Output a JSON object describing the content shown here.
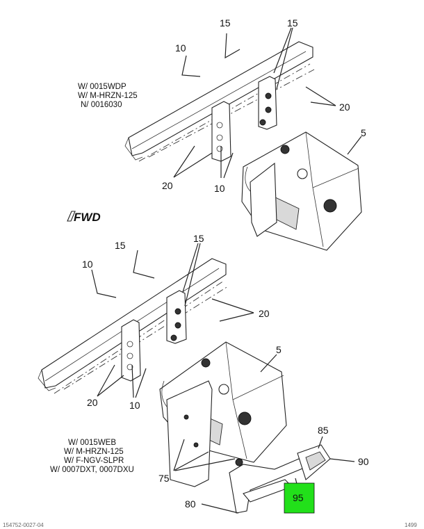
{
  "callouts": {
    "top": {
      "c15_left": "15",
      "c15_right": "15",
      "c10_top": "10",
      "c20_right": "20",
      "c5": "5",
      "c20_left": "20",
      "c10_bottom": "10"
    },
    "bottom": {
      "c15_left": "15",
      "c15_right": "15",
      "c10_top": "10",
      "c20_right": "20",
      "c5": "5",
      "c20_left": "20",
      "c10_bottom": "10",
      "c85": "85",
      "c90": "90",
      "c75": "75",
      "c80": "80",
      "c95": "95"
    }
  },
  "notes": {
    "top": [
      "W/ 0015WDP",
      "W/ M-HRZN-125",
      "N/ 0016030"
    ],
    "bottom": [
      "W/ 0015WEB",
      "W/ M-HRZN-125",
      "W/ F-NGV-SLPR",
      "W/ 0007DXT, 0007DXU"
    ]
  },
  "fwd_label": "FWD",
  "highlight_color": "#22e01a",
  "footer": {
    "left": "154752-0027-04",
    "right": "1499"
  }
}
